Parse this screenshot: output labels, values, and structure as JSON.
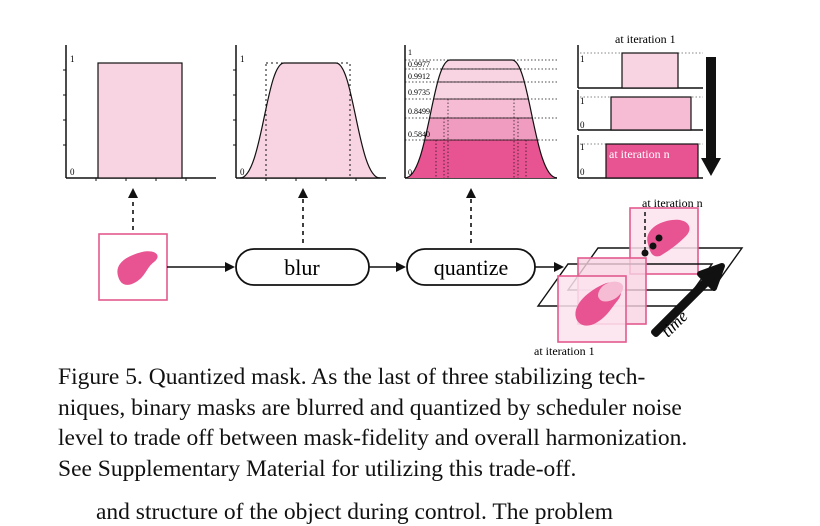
{
  "figure": {
    "colors": {
      "pink_light": "#f8d3e2",
      "pink_mid": "#f09cc0",
      "pink_strong": "#e85492",
      "pink_border": "#e25a8e",
      "stroke": "#111111"
    },
    "plot1": {
      "y_top": "1",
      "y_bottom": "0"
    },
    "plot2": {
      "y_top": "1",
      "y_bottom": "0"
    },
    "plot3": {
      "y_top": "1",
      "y_bottom": "0",
      "levels": [
        "0.9977",
        "0.9912",
        "0.9735",
        "0.8499",
        "0.5840"
      ]
    },
    "plot4": {
      "top_label": "at iteration 1",
      "inner_label": "at iteration n",
      "y_top": "1",
      "y_bottom": "0"
    },
    "pipeline": {
      "blur_label": "blur",
      "quantize_label": "quantize"
    },
    "timeline": {
      "top_label": "at iteration n",
      "bottom_label": "at iteration 1",
      "time_label": "time"
    }
  },
  "caption": {
    "line1": "Figure 5. Quantized mask. As the last of three stabilizing tech-",
    "line2": "niques, binary masks are blurred and quantized by scheduler noise",
    "line3": "level to trade off between mask-fidelity and overall harmonization.",
    "line4": "See Supplementary Material for utilizing this trade-off."
  },
  "trailing_text": "and structure of the object during control. The problem"
}
